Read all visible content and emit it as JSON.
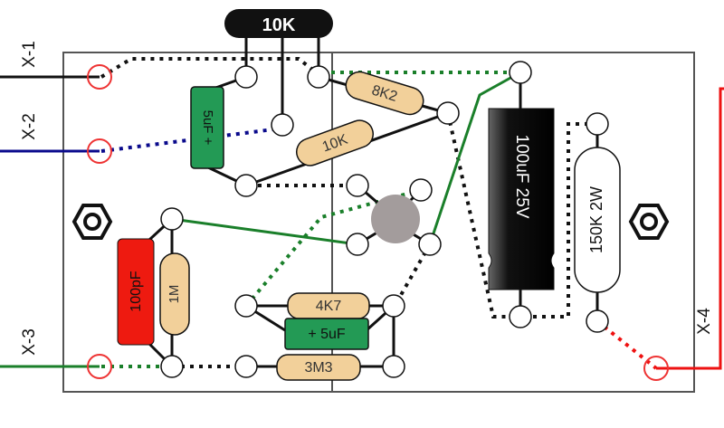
{
  "diagram": {
    "type": "stripboard-layout",
    "colors": {
      "board_border": "#555555",
      "wire_black": "#111111",
      "wire_blue": "#0a0a8c",
      "wire_green": "#1a7f2a",
      "wire_red": "#ee1111",
      "resistor_body": "#f2d09a",
      "cap_green": "#239a55",
      "cap_red": "#ee1a10",
      "cap_black": "#111111",
      "transistor": "#a39c9c",
      "pad_external": "#ee3333"
    },
    "pot": {
      "label": "10K"
    },
    "external_labels": {
      "x1": "X-1",
      "x2": "X-2",
      "x3": "X-3",
      "x4": "X-4"
    },
    "components": {
      "r_8k2": "8K2",
      "r_10k": "10K",
      "c_5uf_top": "5uF +",
      "c_100pf": "100pF",
      "r_1m": "1M",
      "r_4k7": "4K7",
      "c_5uf_bottom": "+ 5uF",
      "r_3m3": "3M3",
      "c_100uf": "100uF 25V",
      "r_150k": "150K 2W"
    }
  }
}
